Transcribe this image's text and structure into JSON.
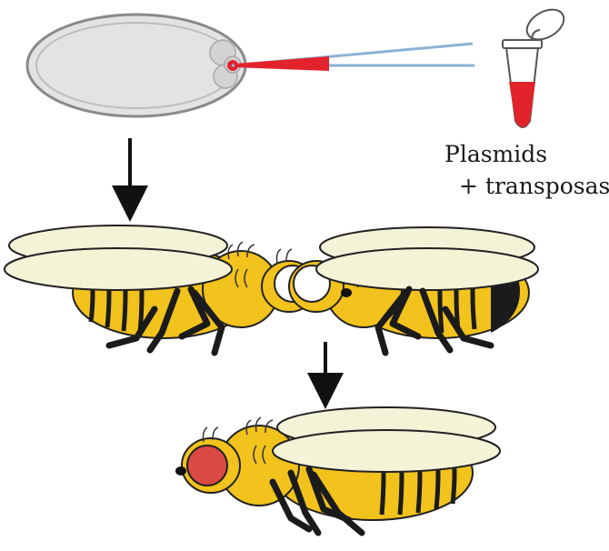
{
  "labels": {
    "plasmids": "Plasmids",
    "transposase": "+ transposase"
  },
  "colors": {
    "body": "#f2c21d",
    "stripe": "#1b1b1b",
    "wing": "#f4f3d8",
    "eye_white": "#ffffff",
    "eye_red": "#d94a44",
    "liquid": "#e2232b",
    "needle": "#8ab2d6",
    "egg": "#e3e3e3"
  },
  "icons": [
    "embryo-egg",
    "injection-needle",
    "microcentrifuge-tube",
    "fly-white-eye-left",
    "fly-white-eye-right",
    "fly-red-eye-offspring",
    "arrow-down"
  ]
}
